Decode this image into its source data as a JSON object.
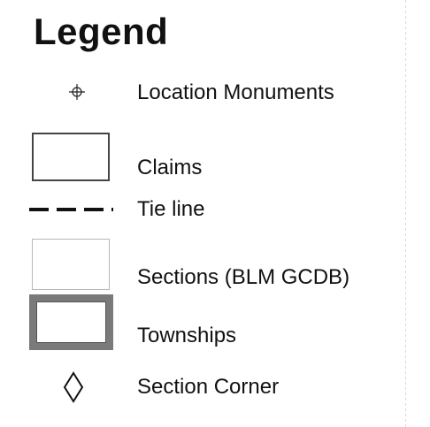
{
  "legend": {
    "title": "Legend",
    "items": [
      {
        "label": "Location Monuments",
        "symbol": "crosshair-circle"
      },
      {
        "label": "Claims",
        "symbol": "rectangle-outline"
      },
      {
        "label": "Tie line",
        "symbol": "dashed-line"
      },
      {
        "label": "Sections (BLM GCDB)",
        "symbol": "light-rectangle-outline"
      },
      {
        "label": "Townships",
        "symbol": "thick-rectangle-outline"
      },
      {
        "label": "Section Corner",
        "symbol": "diamond-outline"
      }
    ]
  },
  "colors": {
    "text": "#111111",
    "claims_border": "#444444",
    "sections_border": "#b8b8b8",
    "townships_border": "#7a7a7a"
  }
}
